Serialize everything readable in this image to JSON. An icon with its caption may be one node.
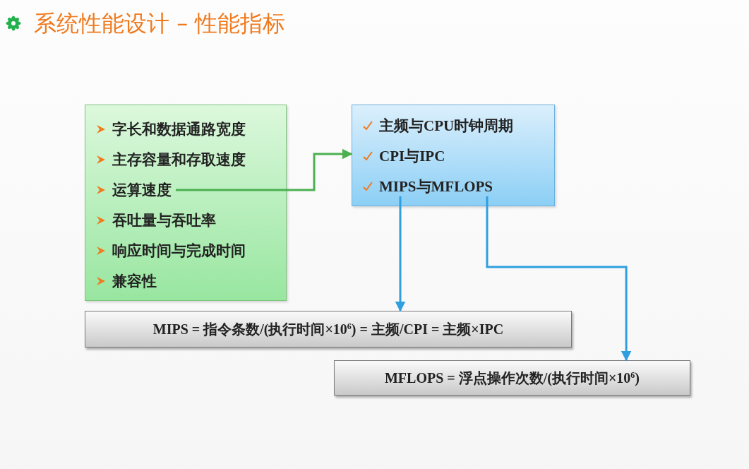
{
  "diagram": {
    "title": "系统性能设计 – 性能指标",
    "nodes": [
      {
        "text": [],
        "shape": "box"
      },
      {
        "text": [
          "字长和数据通路宽度"
        ],
        "in": 0
      },
      {
        "text": [
          "主存容量和存取速度"
        ],
        "in": 0
      },
      {
        "text": [
          "运算速度"
        ],
        "in": 0
      },
      {
        "text": [
          "吞吐量与吞吐率"
        ],
        "in": 0
      },
      {
        "text": [
          "响应时间与完成时间"
        ],
        "in": 0
      },
      {
        "text": [
          "兼容性"
        ],
        "in": 0
      },
      {
        "text": [],
        "shape": "box"
      },
      {
        "text": [
          "主频与CPU时钟周期"
        ],
        "in": 7
      },
      {
        "text": [
          "CPI与IPC"
        ],
        "in": 7
      },
      {
        "text": [
          "MIPS与MFLOPS"
        ],
        "in": 7
      },
      {
        "text": [
          "MIPS = 指令条数/(执行时间×10$^{6}$) = 主频/CPI = 主频×IPC"
        ]
      },
      {
        "text": [
          "MFLOPS = 浮点操作次数/(执行时间×10$^{6}$)"
        ]
      }
    ],
    "edges": [
      {
        "from": 3,
        "to": 7,
        "arrow": "to",
        "color": "#4caf50"
      },
      {
        "from": 10,
        "to": 11,
        "arrow": "to"
      },
      {
        "from": 10,
        "to": 12,
        "arrow": "to"
      }
    ]
  }
}
